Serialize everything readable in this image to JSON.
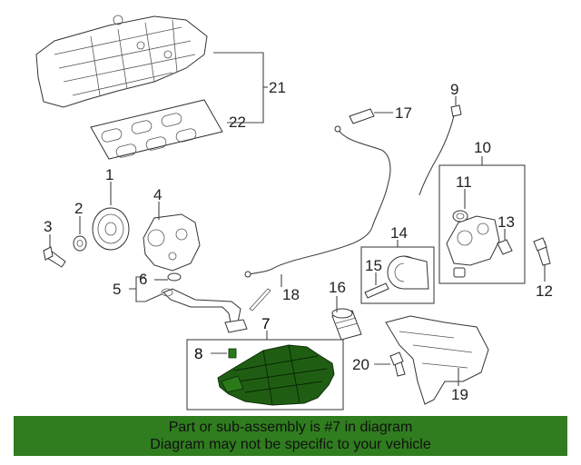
{
  "diagram": {
    "callouts": {
      "c1": "1",
      "c2": "2",
      "c3": "3",
      "c4": "4",
      "c5": "5",
      "c6": "6",
      "c7": "7",
      "c8": "8",
      "c9": "9",
      "c10": "10",
      "c11": "11",
      "c12": "12",
      "c13": "13",
      "c14": "14",
      "c15": "15",
      "c16": "16",
      "c17": "17",
      "c18": "18",
      "c19": "19",
      "c20": "20",
      "c21": "21",
      "c22": "22"
    },
    "highlight_color": "#1f5e12",
    "highlighted_part": "7"
  },
  "banner": {
    "line1": "Part or sub-assembly is #7 in diagram",
    "line2": "Diagram may not be specific to your vehicle",
    "background": "#2f7d1e"
  }
}
